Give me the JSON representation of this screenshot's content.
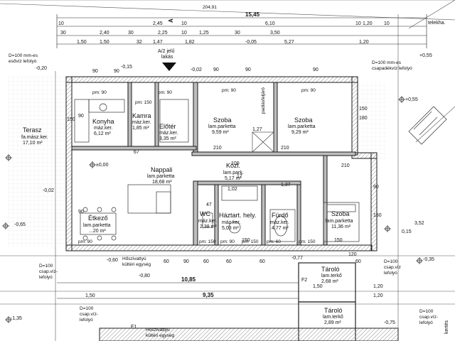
{
  "dimensions": {
    "top_row1": [
      "15,45"
    ],
    "top_row1_side": "204,91",
    "top_row2": [
      "10",
      "2,45",
      "10",
      "6,10",
      "10",
      "1,20",
      "10"
    ],
    "top_row3": [
      "30",
      "2,40",
      "30",
      "2,25",
      "10",
      "1,25",
      "30",
      "3,50"
    ],
    "top_row4": [
      "1,50",
      "1,50",
      "32",
      "1,47",
      "1,82",
      "-0,05",
      "5,27",
      "1,20"
    ],
    "bottom1": "10,85",
    "bottom2": "9,35",
    "bottom_side": [
      "1,50",
      "1,50",
      "1,20",
      "1,20"
    ],
    "levels": [
      "-0,20",
      "-0,15",
      "-0,02",
      "+0,55",
      "+0,55",
      "-0,02",
      "-0,65",
      "-0,60",
      "-0,80",
      "-0,77",
      "-0,75",
      "-1,35",
      "3,52",
      "0,15",
      "-0,35"
    ],
    "openings": [
      "90",
      "90",
      "90",
      "150",
      "90",
      "90",
      "210",
      "180",
      "150",
      "90",
      "210",
      "90",
      "150",
      "60",
      "150",
      "60",
      "210",
      "60",
      "150",
      "60",
      "120",
      "90",
      "60",
      "90"
    ],
    "interior": [
      "67",
      "47",
      "1,27",
      "1,02",
      "1,37",
      "17",
      "100"
    ]
  },
  "rooms": [
    {
      "name": "Konyha",
      "floor": "máz.ker.",
      "area": "6,12 m²"
    },
    {
      "name": "Kamra",
      "floor": "máz.ker.",
      "area": "1,85 m²"
    },
    {
      "name": "Előtér",
      "floor": "máz.ker.",
      "area": "3,35 m²"
    },
    {
      "name": "Szoba",
      "floor": "lam.parketta",
      "area": "9,59 m²"
    },
    {
      "name": "Szoba",
      "floor": "lam.parketta",
      "area": "9,29 m²"
    },
    {
      "name": "Nappali",
      "floor": "lam.parketta",
      "area": "18,68 m²"
    },
    {
      "name": "Közl.",
      "floor": "lam.park.",
      "area": "5,17 m²"
    },
    {
      "name": "Étkező",
      "floor": "lam.parketta",
      "area": "...20 m²"
    },
    {
      "name": "WC",
      "floor": "máz.ker.",
      "area": "2,38 m²"
    },
    {
      "name": "Háztart. hely.",
      "floor": "máz.ker.",
      "area": "5,03 m²"
    },
    {
      "name": "Fürdő",
      "floor": "máz.ker.",
      "area": "4,77 m²"
    },
    {
      "name": "Szoba",
      "floor": "lam.parketta",
      "area": "11,36 m²"
    },
    {
      "name": "Terasz",
      "floor": "fa.mász.ker.",
      "area": "17,10 m²"
    },
    {
      "name": "Tároló",
      "floor": "lam.terkő",
      "area": "2,68 m²"
    },
    {
      "name": "Tároló",
      "floor": "lam.terkő",
      "area": "2,89 m²"
    }
  ],
  "annotations": {
    "downspout_tl": [
      "D=100 mm-es",
      "esővíz lefolyó"
    ],
    "downspout_tr": [
      "D=100 mm-es",
      "csapadékvíz lefolyó"
    ],
    "downspout_bl": [
      "D=100",
      "csap.víz-",
      "lefolyó"
    ],
    "downspout_bl2": [
      "D=100",
      "csap.víz-",
      "lefolyó"
    ],
    "downspout_br": [
      "D=100",
      "csap.víz",
      "lefolyó"
    ],
    "downspout_br2": [
      "D=100",
      "csap.víz-",
      "lefolyó"
    ],
    "apartment": [
      "A/2 jelű",
      "lakás"
    ],
    "section_mark": "A",
    "heatpump": [
      "Hőszivattyú",
      "kültéri egység"
    ],
    "heatpump2": [
      "Hőszivattyú",
      "kültéri egység"
    ],
    "zero": "±0,00",
    "attic": "padlásfeljáró",
    "pm": [
      "pm: 90",
      "pm: 90",
      "pm: 150",
      "pm: 90",
      "pm: 90",
      "pm: 150",
      "pm: 90",
      "pm: 150",
      "pm: 60",
      "pm: 150",
      "pm: 90"
    ],
    "corner_tr": "telekha.",
    "corner_br": "kertés",
    "f_tags": [
      "F2",
      "F1"
    ]
  },
  "colors": {
    "wall": "#1a1a1a",
    "wall_fill": "#bdbdbd",
    "line": "#222222",
    "hatch": "#9a9a9a",
    "bg": "#ffffff"
  }
}
